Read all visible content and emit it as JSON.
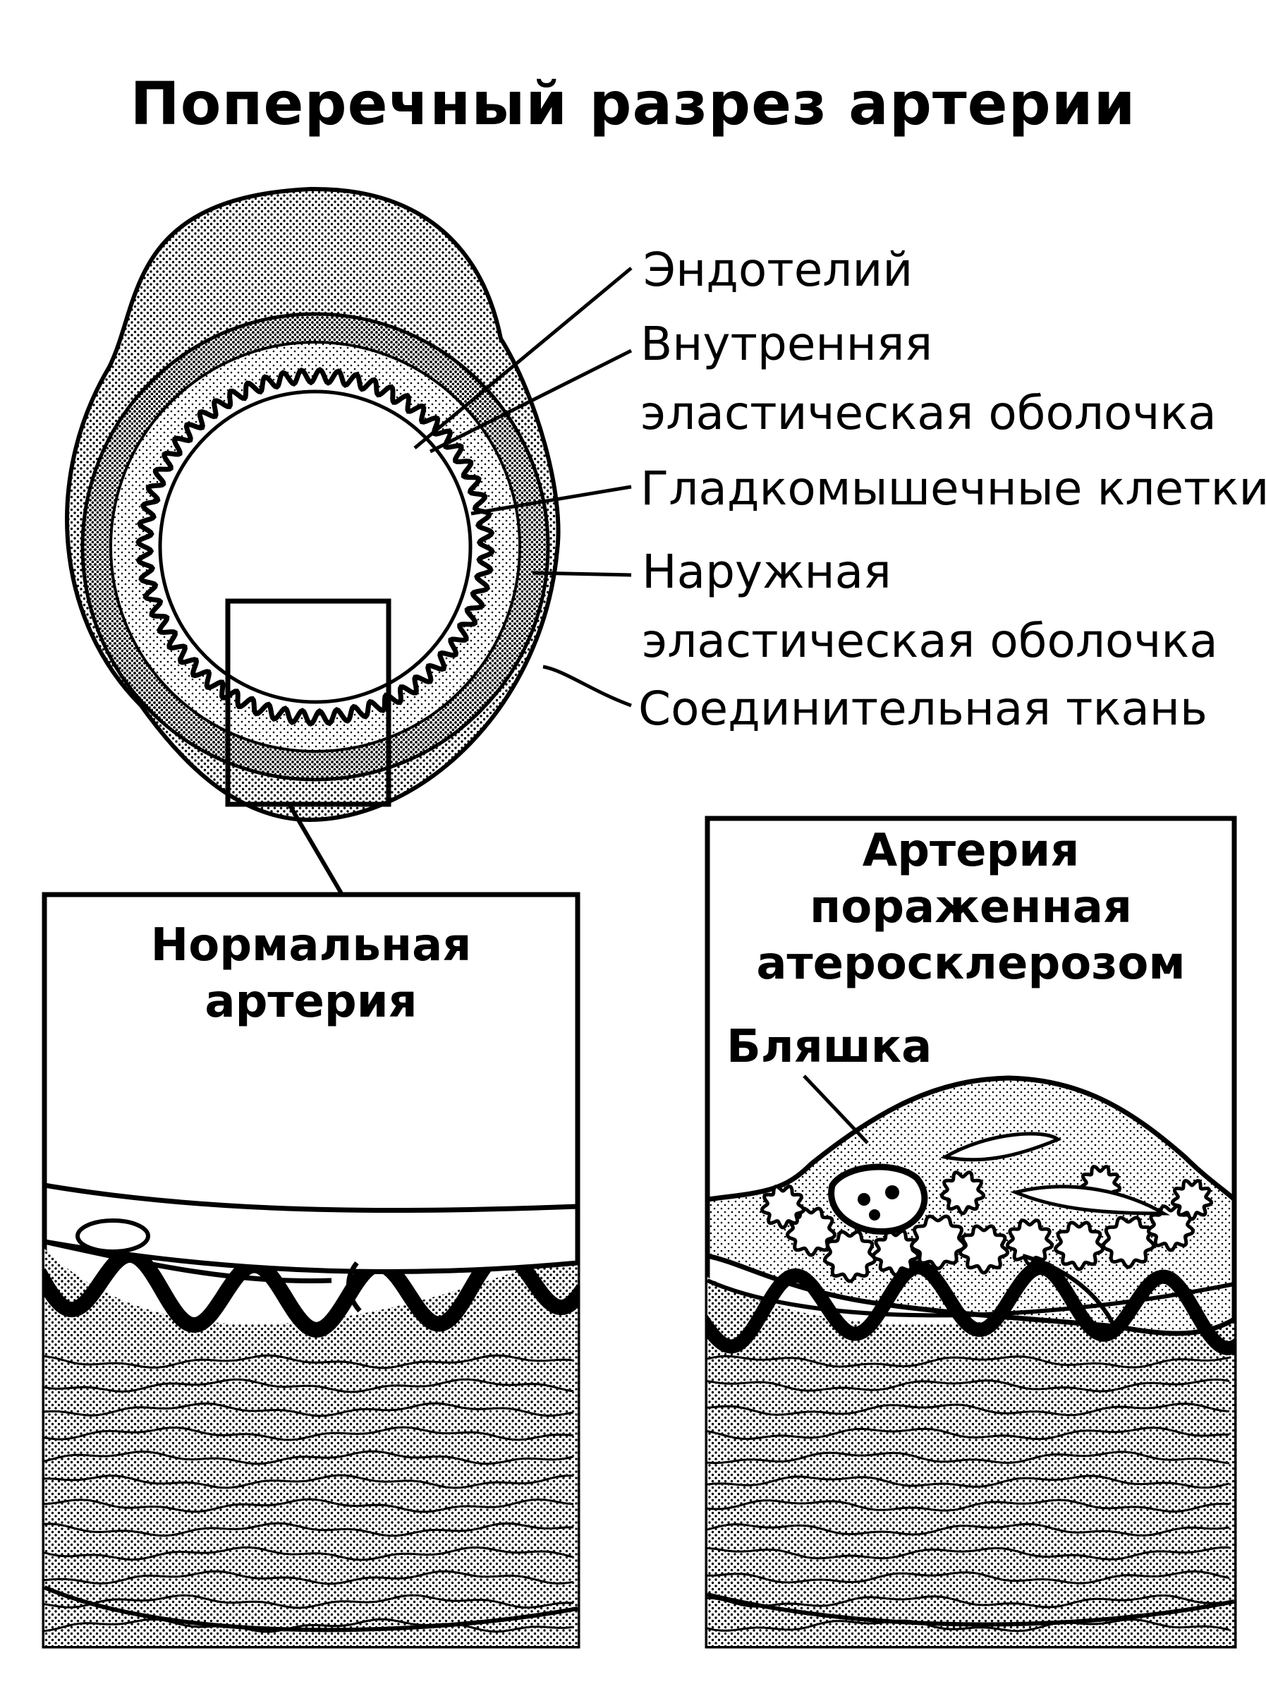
{
  "title": "Поперечный разрез артерии",
  "labels": {
    "endothelium": "Эндотелий",
    "inner_elastic_1": "Внутренняя",
    "inner_elastic_2": "эластическая оболочка",
    "smooth_muscle": "Гладкомышечные клетки",
    "outer_elastic_1": "Наружная",
    "outer_elastic_2": "эластическая оболочка",
    "connective": "Соединительная ткань"
  },
  "normal_panel": {
    "title_line1": "Нормальная",
    "title_line2": "артерия"
  },
  "diseased_panel": {
    "title_line1": "Артерия",
    "title_line2": "пораженная",
    "title_line3": "атеросклерозом",
    "plaque_label": "Бляшка"
  },
  "colors": {
    "ink": "#000000",
    "paper": "#ffffff"
  }
}
